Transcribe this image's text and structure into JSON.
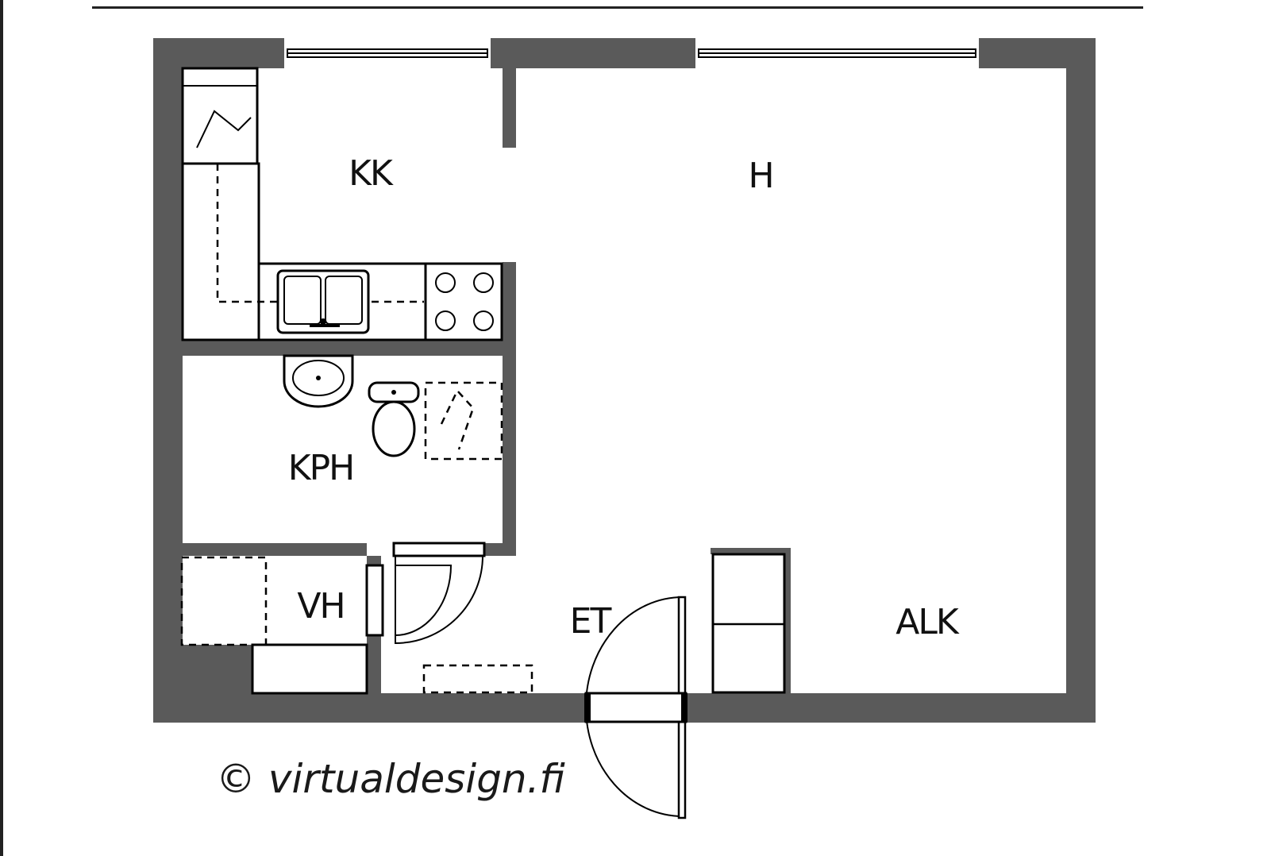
{
  "rooms": {
    "kitchen": "KK",
    "living": "H",
    "bathroom": "KPH",
    "wardrobe": "VH",
    "entrance": "ET",
    "alcove": "ALK"
  },
  "credit": "© virtualdesign.fi",
  "colors": {
    "wall": "#5a5a5a",
    "background": "#ffffff",
    "line": "#000000",
    "frame": "#222222"
  }
}
